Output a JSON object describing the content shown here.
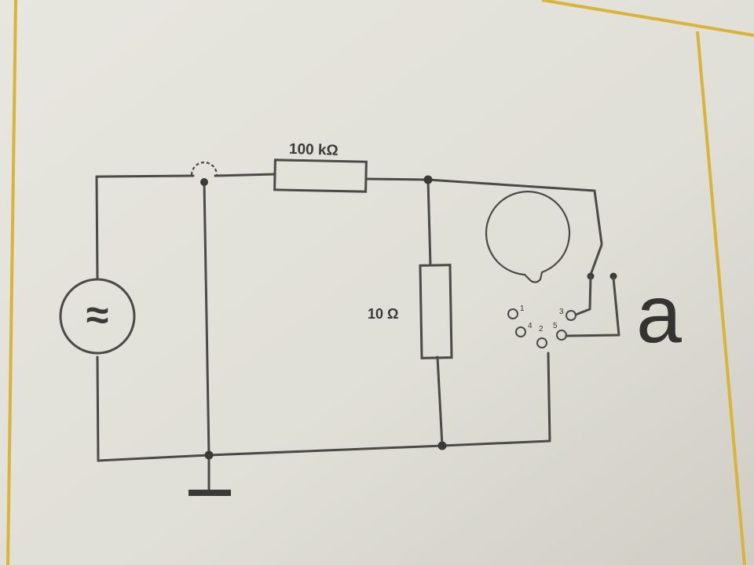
{
  "components": {
    "r_series": {
      "label": "100 kΩ"
    },
    "r_shunt": {
      "label": "10 Ω"
    },
    "source": {
      "symbol": "≈"
    },
    "connector": {
      "pins": [
        "1",
        "3",
        "4",
        "2",
        "5"
      ]
    }
  },
  "figure": {
    "caption": "a"
  },
  "colors": {
    "paper": "#e4e3dc",
    "wire": "#4a4a46",
    "frame": "#d8b43a"
  }
}
